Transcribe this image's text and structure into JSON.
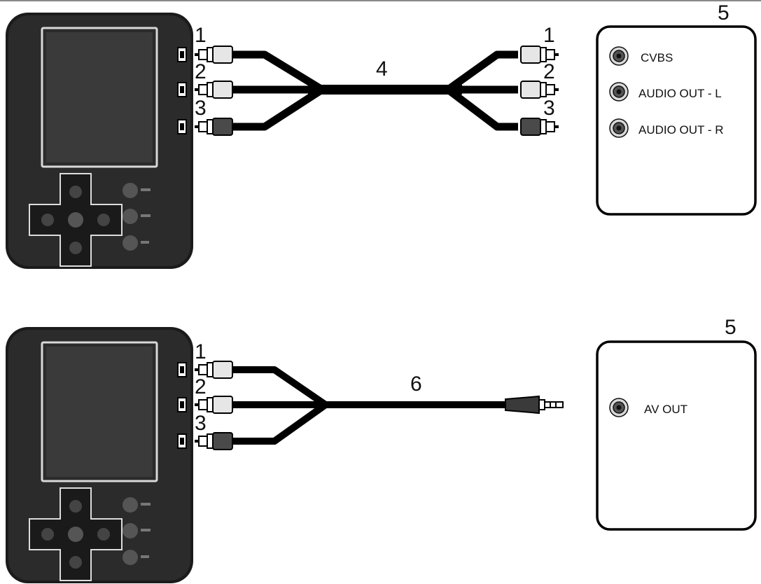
{
  "top": {
    "callouts": {
      "plug_1": "1",
      "plug_2": "2",
      "plug_3": "3",
      "cable": "4",
      "device": "5"
    },
    "device_ports": [
      "CVBS",
      "AUDIO OUT - L",
      "AUDIO OUT - R"
    ]
  },
  "bottom": {
    "callouts": {
      "plug_1": "1",
      "plug_2": "2",
      "plug_3": "3",
      "cable": "6",
      "device": "5"
    },
    "device_ports": [
      "AV OUT"
    ]
  },
  "colors": {
    "line": "#000000",
    "body": "#151515",
    "plug_light": "#e6e6e6",
    "plug_dark": "#4a4a4a",
    "background": "#ffffff"
  }
}
